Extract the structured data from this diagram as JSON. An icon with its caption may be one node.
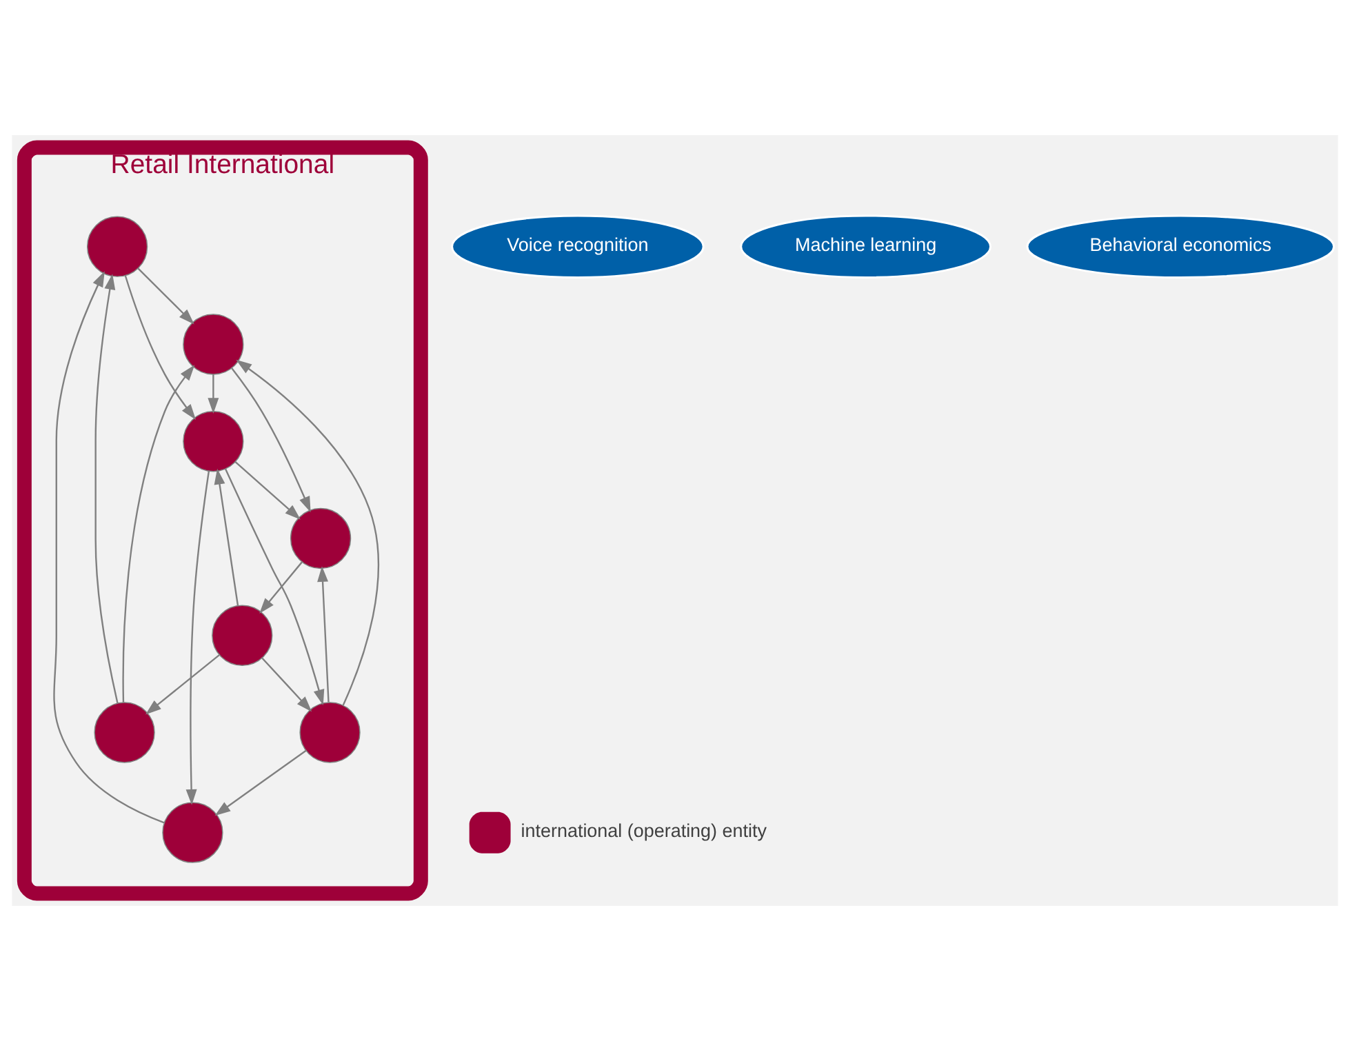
{
  "diagram": {
    "nodes": [
      {
        "text": [
          "Retail International"
        ]
      },
      {
        "text": [
          "Voice recognition"
        ]
      },
      {
        "text": [
          "Machine learning"
        ]
      },
      {
        "text": [
          "Behavioral economics"
        ]
      },
      {
        "text": [],
        "shape": "circle",
        "in": 0
      },
      {
        "text": [],
        "shape": "circle",
        "in": 0
      },
      {
        "text": [],
        "shape": "circle",
        "in": 0
      },
      {
        "text": [],
        "shape": "circle",
        "in": 0
      },
      {
        "text": [],
        "shape": "circle",
        "in": 0
      },
      {
        "text": [],
        "shape": "circle",
        "in": 0
      },
      {
        "text": [],
        "shape": "circle",
        "in": 0
      },
      {
        "text": [],
        "shape": "circle",
        "in": 0
      }
    ],
    "edges": [
      {
        "from": 5,
        "to": 4,
        "arrow": "to"
      },
      {
        "from": 5,
        "to": 6,
        "arrow": "to"
      },
      {
        "from": 4,
        "to": 6,
        "arrow": "to"
      },
      {
        "from": 4,
        "to": 7,
        "arrow": "to"
      },
      {
        "from": 6,
        "to": 7,
        "arrow": "to"
      },
      {
        "from": 6,
        "to": 8,
        "arrow": "to"
      },
      {
        "from": 7,
        "to": 8,
        "arrow": "to"
      },
      {
        "from": 7,
        "to": 9,
        "arrow": "to"
      },
      {
        "from": 7,
        "to": 11,
        "arrow": "to"
      },
      {
        "from": 9,
        "to": 4,
        "arrow": "to"
      },
      {
        "from": 11,
        "to": 6,
        "arrow": "to"
      },
      {
        "from": 11,
        "to": 8,
        "arrow": "to"
      },
      {
        "from": 11,
        "to": 9,
        "arrow": "to"
      },
      {
        "from": 10,
        "to": 7,
        "arrow": "to"
      },
      {
        "from": 8,
        "to": 10,
        "arrow": "to"
      },
      {
        "from": 10,
        "to": 5,
        "arrow": "to"
      },
      {
        "from": 10,
        "to": 11,
        "arrow": "to"
      }
    ],
    "legend": [
      {
        "text": "international (operating) entity",
        "color": "#9e0039"
      }
    ]
  }
}
